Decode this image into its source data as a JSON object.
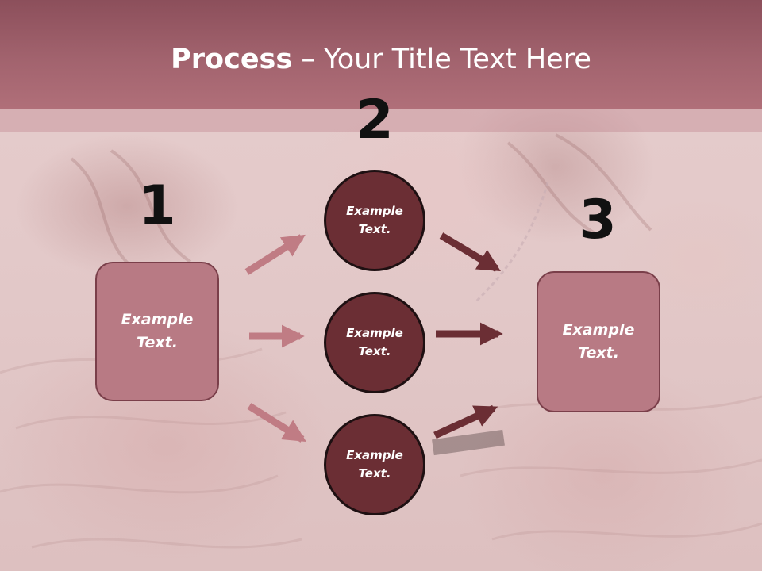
{
  "slide": {
    "title_bold": "Process",
    "title_rest": " – Your Title Text Here"
  },
  "steps": [
    {
      "number": "1",
      "text": "Example\nText."
    },
    {
      "number": "2",
      "text": "Example\nText."
    },
    {
      "number": "3",
      "text": "Example\nText."
    }
  ],
  "circles": [
    {
      "text": "Example\nText."
    },
    {
      "text": "Example\nText."
    },
    {
      "text": "Example\nText."
    }
  ],
  "colors": {
    "title_band": "#a2636e",
    "box_fill": "#b87a84",
    "box_border": "#7a3f4a",
    "circle_fill": "#6b2e34",
    "arrow_light": "#c07c84",
    "arrow_dark": "#6b2e34"
  }
}
